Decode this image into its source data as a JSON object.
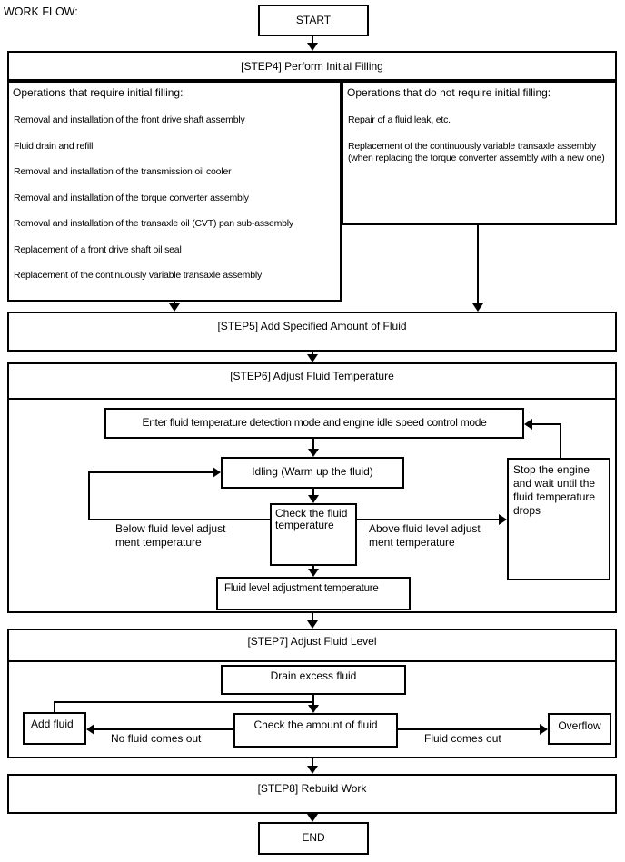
{
  "header": {
    "label": "WORK FLOW:"
  },
  "terminals": {
    "start": "START",
    "end": "END"
  },
  "step4": {
    "title": "[STEP4] Perform Initial Filling",
    "left_column": {
      "title": "Operations that require initial filling:",
      "items": [
        "Removal and installation of the front drive shaft assembly",
        "Fluid drain and refill",
        "Removal and installation of the transmission oil cooler",
        "Removal and installation of the torque converter assembly",
        "Removal and installation of the transaxle oil (CVT) pan sub-assembly",
        "Replacement of a front drive shaft oil seal",
        "Replacement of the continuously variable transaxle assembly"
      ]
    },
    "right_column": {
      "title": "Operations that do not require initial filling:",
      "items": [
        "Repair of a fluid leak, etc.",
        "Replacement of the continuously variable transaxle assembly (when replacing the torque converter assembly with a new one)"
      ]
    }
  },
  "step5": {
    "title": "[STEP5] Add Specified Amount of Fluid"
  },
  "step6": {
    "title": "[STEP6] Adjust Fluid Temperature",
    "enter_mode": "Enter fluid temperature detection mode and engine idle speed control mode",
    "idling": "Idling (Warm up the fluid)",
    "check_temperature": "Check the fluid temperature",
    "fluid_level_adjustment": "Fluid level adjustment temperature",
    "stop_engine": "Stop the engine and wait until the fluid temperature drops",
    "below_label": [
      "Below fluid level adjust",
      "ment temperature"
    ],
    "above_label": [
      "Above fluid level adjust",
      "ment temperature"
    ]
  },
  "step7": {
    "title": "[STEP7] Adjust Fluid Level",
    "drain": "Drain excess fluid",
    "check_amount": "Check the amount of fluid",
    "add_fluid": "Add fluid",
    "overflow": "Overflow",
    "no_fluid_label": "No fluid comes out",
    "fluid_out_label": "Fluid comes out"
  },
  "step8": {
    "title": "[STEP8] Rebuild Work"
  },
  "colors": {
    "line": "#000000",
    "text": "#000000",
    "background": "#ffffff"
  }
}
